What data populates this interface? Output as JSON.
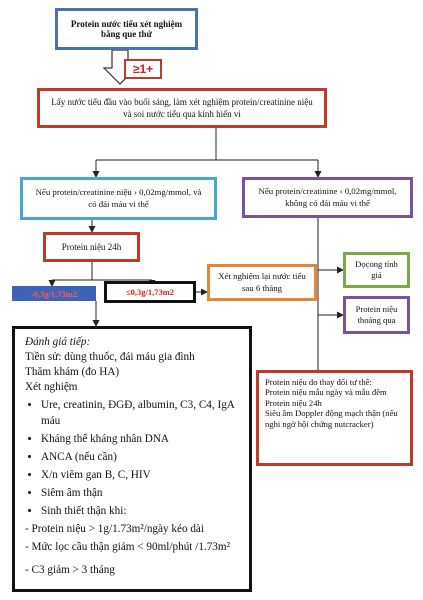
{
  "nodes": {
    "start": "Protein nước tiểu xét nghiệm bằng que thử",
    "threshold": "≥1+",
    "sample": "Lấy nước tiểu đầu vào buổi sáng, làm xét nghiệm protein/creatinine niệu và soi nước tiểu qua kính hiển vi",
    "high_ratio": "Nếu protein/creatinine niệu › 0,02mg/mmol, và có đái máu vi thể",
    "low_ratio": "Nếu protein/creatinine ‹ 0,02mg/mmol, không có đái máu vi thể",
    "protein_24h": "Protein niệu 24h",
    "gt_branch": "›0,3g/1,73m2",
    "le_branch": "≤0,3g/1,73m2",
    "retest": "Xét nghiệm lại nước tiểu sau 6 tháng",
    "orthostatic": "Dọc̣ong tính giả",
    "transient": "Protein niệu thoáng qua",
    "variable": {
      "lines": [
        "Protein niệu do thay đổi tư thế:",
        "Protein niệu mẫu ngày và mẫu đêm",
        "Protein niệu 24h",
        "Siêu âm Doppler động mạch thận (nếu nghi ngờ hội chứng nutcracker)"
      ]
    },
    "eval": {
      "heading": "Đánh giá tiếp:",
      "history": "Tiền sử: dùng thuốc, đái máu gia đình",
      "exam": "Thăm khám (đo HA)",
      "tests_label": "Xét nghiệm",
      "tests": [
        "Ure, creatinin, ĐGĐ, albumin, C3, C4, IgA máu",
        "Kháng thể kháng nhân DNA",
        "ANCA (nếu cần)",
        "X/n viêm gan B, C, HIV",
        "Siêm âm thận",
        "Sinh thiết thận khi:"
      ],
      "criteria": [
        "- Protein niệu > 1g/1.73m²/ngày kéo dài",
        "- Mức lọc cầu thận giảm < 90ml/phút /1.73m²",
        "- C3 giảm > 3 tháng"
      ]
    }
  }
}
